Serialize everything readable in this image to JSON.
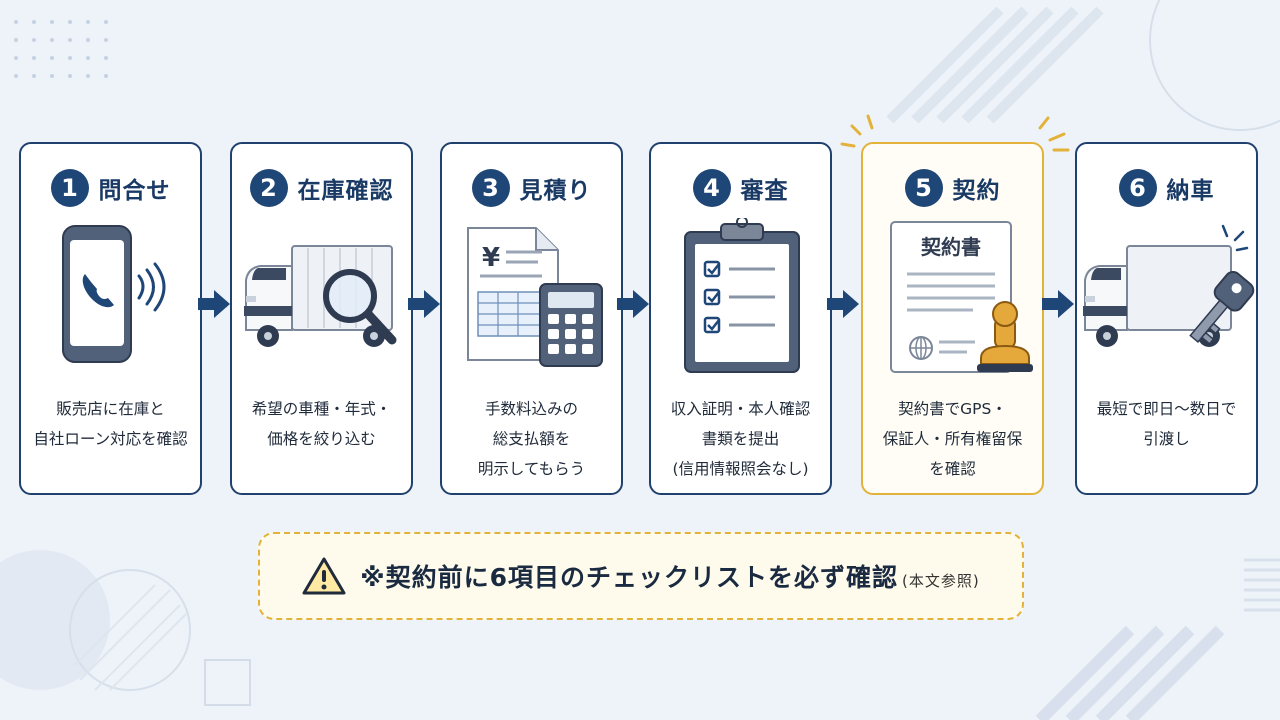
{
  "steps": [
    {
      "number": "1",
      "title": "問合せ",
      "desc": [
        "販売店に在庫と",
        "自社ローン対応を確認"
      ],
      "icon": "smartphone-call-icon"
    },
    {
      "number": "2",
      "title": "在庫確認",
      "desc": [
        "希望の車種・年式・",
        "価格を絞り込む"
      ],
      "icon": "truck-magnifier-icon"
    },
    {
      "number": "3",
      "title": "見積り",
      "desc": [
        "手数料込みの",
        "総支払額を",
        "明示してもらう"
      ],
      "icon": "estimate-calculator-icon",
      "doc_symbol": "¥"
    },
    {
      "number": "4",
      "title": "審査",
      "desc": [
        "収入証明・本人確認",
        "書類を提出",
        "(信用情報照会なし)"
      ],
      "icon": "checklist-clipboard-icon"
    },
    {
      "number": "5",
      "title": "契約",
      "desc": [
        "契約書でGPS・",
        "保証人・所有権留保",
        "を確認"
      ],
      "icon": "contract-stamp-icon",
      "doc_title": "契約書",
      "highlight": true
    },
    {
      "number": "6",
      "title": "納車",
      "desc": [
        "最短で即日〜数日で",
        "引渡し"
      ],
      "icon": "truck-key-icon"
    }
  ],
  "note": {
    "icon": "warning-icon",
    "main": "※契約前に6項目のチェックリストを必ず確認",
    "sub": "(本文参照)"
  },
  "colors": {
    "navy": "#1e4778",
    "border": "#20406e",
    "highlight": "#e2b23a",
    "background": "#eef3f9"
  }
}
